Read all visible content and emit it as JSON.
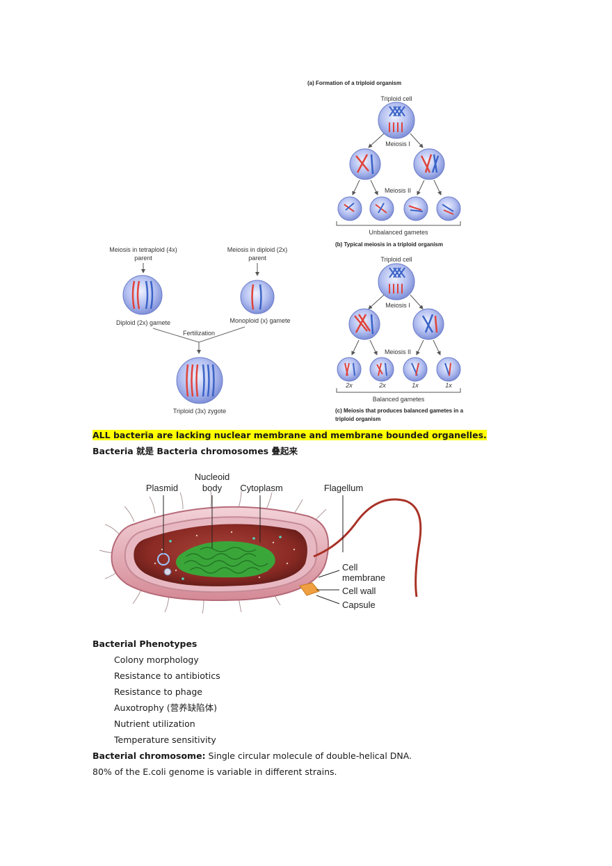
{
  "figure_meiosis": {
    "panel_a_title": "(a) Formation of a triploid organism",
    "left": {
      "tetraploid_parent": [
        "Meiosis in tetraploid (4x)",
        "parent"
      ],
      "diploid_parent": [
        "Meiosis in diploid (2x)",
        "parent"
      ],
      "diploid_gamete": "Diploid (2x) gamete",
      "monoploid_gamete": "Monoploid (x) gamete",
      "fertilization": "Fertilization",
      "zygote": "Triploid (3x) zygote"
    },
    "panel_b": {
      "triploid_cell": "Triploid cell",
      "meiosis_1": "Meiosis I",
      "meiosis_2": "Meiosis II",
      "bracket": "Unbalanced gametes"
    },
    "panel_b_title": "(b) Typical meiosis in a triploid organism",
    "panel_c": {
      "triploid_cell": "Triploid cell",
      "meiosis_1": "Meiosis I",
      "meiosis_2": "Meiosis II",
      "ploidy": [
        "2x",
        "2x",
        "1x",
        "1x"
      ],
      "bracket": "Balanced gametes"
    },
    "panel_c_title": [
      "(c) Meiosis that produces balanced gametes in a",
      "triploid organism"
    ]
  },
  "highlight_text": "ALL bacteria are lacking nuclear membrane and membrane bounded organelles.",
  "bacteria_line": "Bacteria 就是 Bacteria chromosomes 叠起来",
  "figure_bacteria": {
    "plasmid": "Plasmid",
    "nucleoid": [
      "Nucleoid",
      "body"
    ],
    "cytoplasm": "Cytoplasm",
    "flagellum": "Flagellum",
    "cell_membrane": [
      "Cell",
      "membrane"
    ],
    "cell_wall": "Cell wall",
    "capsule": "Capsule"
  },
  "phenotypes": {
    "heading": "Bacterial Phenotypes",
    "items": [
      "Colony morphology",
      "Resistance to antibiotics",
      "Resistance to phage",
      "Auxotrophy (营养缺陷体)",
      "Nutrient utilization",
      "Temperature sensitivity"
    ]
  },
  "chromosome": {
    "label": "Bacterial chromosome:",
    "text": " Single circular molecule of double-helical DNA."
  },
  "ecoli_line": "80% of the E.coli genome is variable in different strains.",
  "colors": {
    "highlight": "#ffff00",
    "cell": "#a9b7ea",
    "red_chrom": "#e0433a",
    "blue_chrom": "#3a63c7"
  }
}
